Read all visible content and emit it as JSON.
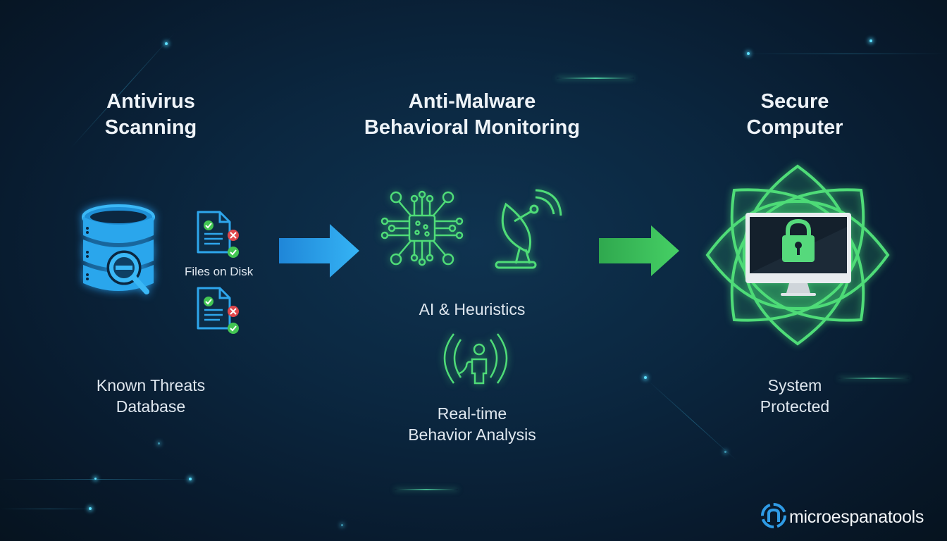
{
  "columns": [
    {
      "title_line1": "Antivirus",
      "title_line2": "Scanning",
      "files_label": "Files on Disk",
      "caption_line1": "Known Threats",
      "caption_line2": "Database",
      "icons": [
        "database-search-icon",
        "document-check-icon",
        "document-check-icon"
      ]
    },
    {
      "title_line1": "Anti-Malware",
      "title_line2": "Behavioral Monitoring",
      "ai_label": "AI & Heuristics",
      "caption_line1": "Real-time",
      "caption_line2": "Behavior Analysis",
      "icons": [
        "circuit-chip-icon",
        "satellite-dish-icon",
        "person-signal-icon"
      ]
    },
    {
      "title_line1": "Secure",
      "title_line2": "Computer",
      "caption_line1": "System",
      "caption_line2": "Protected",
      "icons": [
        "shield-monitor-lock-icon"
      ]
    }
  ],
  "arrows": [
    {
      "name": "arrow-right-blue",
      "color": "#2ea6f0"
    },
    {
      "name": "arrow-right-green",
      "color": "#3fc85f"
    }
  ],
  "brand": {
    "name": "microespanatools"
  },
  "colors": {
    "background": "#0b2740",
    "blue_accent": "#35b4f5",
    "green_accent": "#4fdc78",
    "error_red": "#e0474c",
    "check_green": "#43c553"
  }
}
